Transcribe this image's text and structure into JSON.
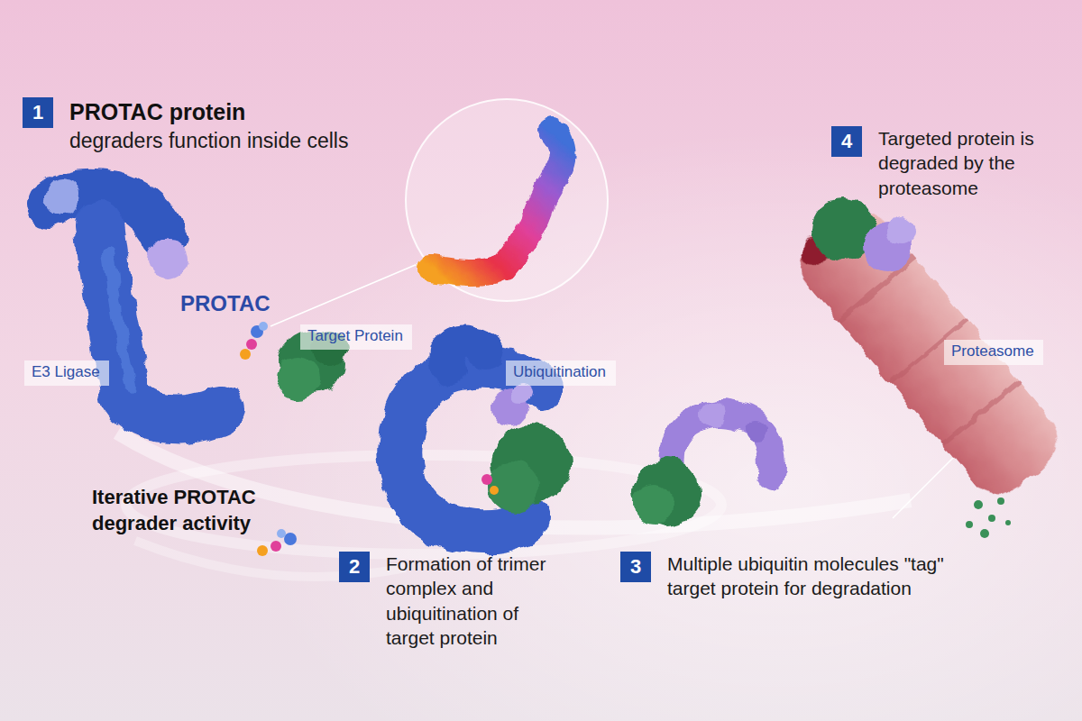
{
  "diagram": {
    "nodes": [
      {
        "text": [
          "1",
          "PROTAC protein",
          "degraders function inside cells"
        ]
      },
      {
        "text": [
          "E3 Ligase"
        ]
      },
      {
        "text": [
          "Target Protein"
        ]
      },
      {
        "text": [
          "Ubiquitination"
        ]
      },
      {
        "text": [
          "2",
          "Formation of trimer complex and ubiquitination of target protein"
        ]
      },
      {
        "text": [
          "3",
          "Multiple ubiquitin molecules \"tag\" target protein for degradation"
        ]
      },
      {
        "text": [
          "4",
          "Targeted protein is degraded by the proteasome"
        ]
      },
      {
        "text": [
          "Proteasome"
        ]
      }
    ],
    "labels": [
      "PROTAC",
      "Iterative PROTAC degrader activity"
    ]
  }
}
